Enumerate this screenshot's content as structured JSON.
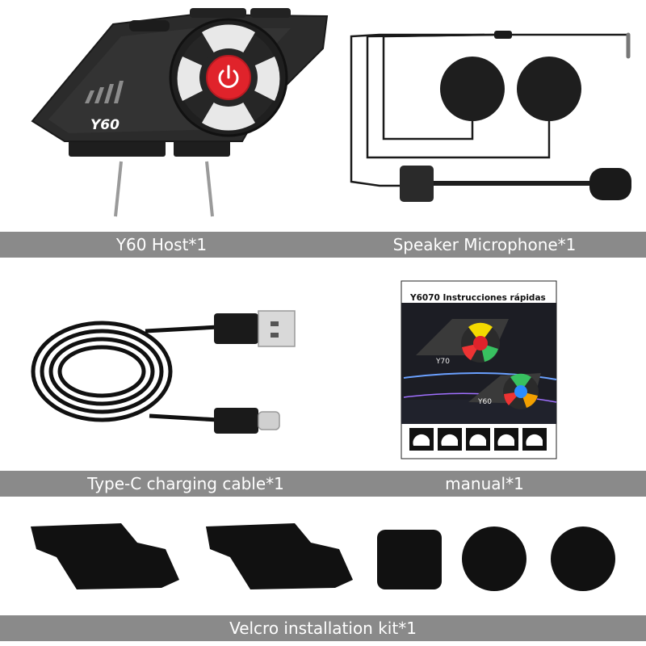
{
  "captions": {
    "host": "Y60 Host*1",
    "speaker_mic": "Speaker Microphone*1",
    "cable": "Type-C charging cable*1",
    "manual": "manual*1",
    "velcro": "Velcro installation kit*1"
  },
  "device": {
    "model_label": "Y60"
  },
  "manual_booklet": {
    "title": "Y6070 Instrucciones rápidas",
    "device_labels": [
      "Y70",
      "Y60"
    ]
  },
  "colors": {
    "caption_bar": "#8a8a8a",
    "power_button": "#e0232b",
    "device_body": "#2b2b2b"
  }
}
